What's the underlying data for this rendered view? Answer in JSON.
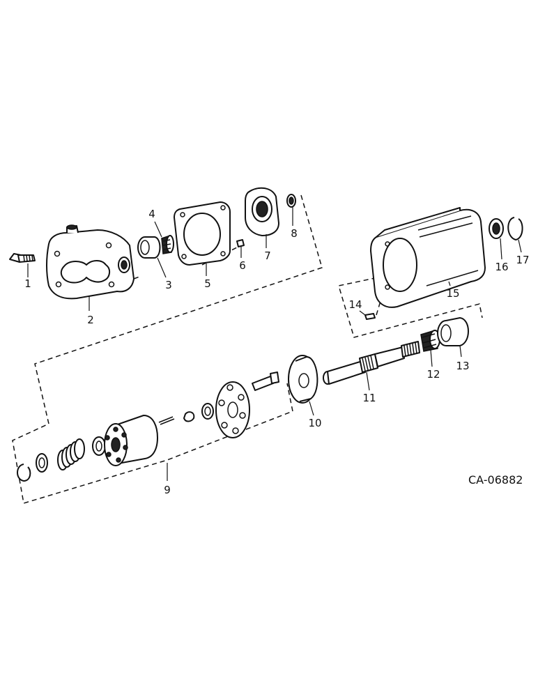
{
  "diagram": {
    "drawing_code": "CA-06882",
    "callouts": [
      {
        "id": "p1",
        "label": "1"
      },
      {
        "id": "p2",
        "label": "2"
      },
      {
        "id": "p3",
        "label": "3"
      },
      {
        "id": "p4",
        "label": "4"
      },
      {
        "id": "p5",
        "label": "5"
      },
      {
        "id": "p6",
        "label": "6"
      },
      {
        "id": "p7",
        "label": "7"
      },
      {
        "id": "p8",
        "label": "8"
      },
      {
        "id": "p9",
        "label": "9"
      },
      {
        "id": "p10",
        "label": "10"
      },
      {
        "id": "p11",
        "label": "11"
      },
      {
        "id": "p12",
        "label": "12"
      },
      {
        "id": "p13",
        "label": "13"
      },
      {
        "id": "p14",
        "label": "14"
      },
      {
        "id": "p15",
        "label": "15"
      },
      {
        "id": "p16",
        "label": "16"
      },
      {
        "id": "p17",
        "label": "17"
      }
    ]
  }
}
